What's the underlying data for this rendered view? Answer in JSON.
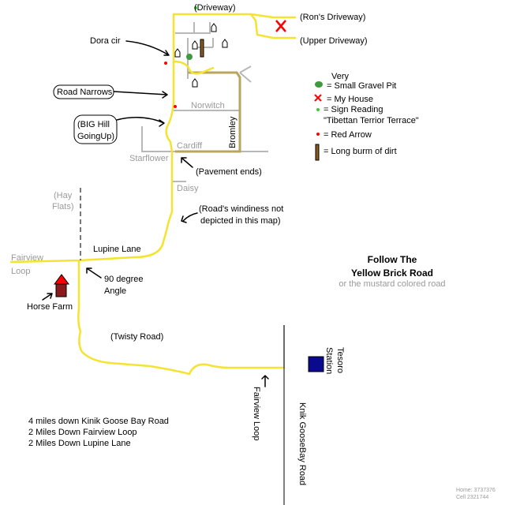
{
  "labels": {
    "driveway": "(Driveway)",
    "rons_driveway": "(Ron's Driveway)",
    "upper_driveway": "(Upper Driveway)",
    "dora_cir": "Dora cir",
    "road_narrows": "Road Narrows",
    "big_hill_1": "(BIG Hill",
    "big_hill_2": "GoingUp)",
    "norwitch": "Norwitch",
    "bromley": "Bromley",
    "cardiff": "Cardiff",
    "starflower": "Starflower",
    "pavement_ends": "(Pavement ends)",
    "daisy": "Daisy",
    "hay_flats_1": "(Hay",
    "hay_flats_2": "Flats)",
    "windiness_1": "(Road's windiness not",
    "windiness_2": "depicted in this map)",
    "lupine_lane": "Lupine Lane",
    "fairview_1": "Fairview",
    "fairview_2": "Loop",
    "degree_1": "90 degree",
    "degree_2": "Angle",
    "horse_farm": "Horse Farm",
    "twisty_road": "(Twisty Road)",
    "tesoro_1": "Tesoro",
    "tesoro_2": "Station",
    "fairview_loop_vertical": "Fairview Loop",
    "knik_vertical": "Knik GooseBay Road"
  },
  "legend": {
    "very": "Very",
    "gravel_pit": "= Small Gravel Pit",
    "my_house": "= My House",
    "sign_1": "= Sign Reading",
    "sign_2": "\"Tibettan Terrior Terrace\"",
    "red_arrow": "= Red Arrow",
    "burm": "= Long burm of dirt"
  },
  "title": {
    "line1": "Follow The",
    "line2": "Yellow Brick Road",
    "subtitle": "or the mustard colored road"
  },
  "directions": [
    "4 miles down Kinik Goose Bay Road",
    "2 Miles Down Fairview Loop",
    "2 Miles Down Lupine Lane"
  ],
  "footer": {
    "home": "Home: 3737376",
    "cell": "Cell 2321744"
  },
  "colors": {
    "yellow_road": "#f5e331",
    "mustard_road": "#b9a55e",
    "side_road": "#b8b8b8",
    "gravel_pit": "#3f9a3f",
    "house_marker": "#ff0000",
    "horse_farm": "#8b1a1a",
    "tesoro": "#0a0a8f",
    "burm": "#8b5a1e"
  }
}
